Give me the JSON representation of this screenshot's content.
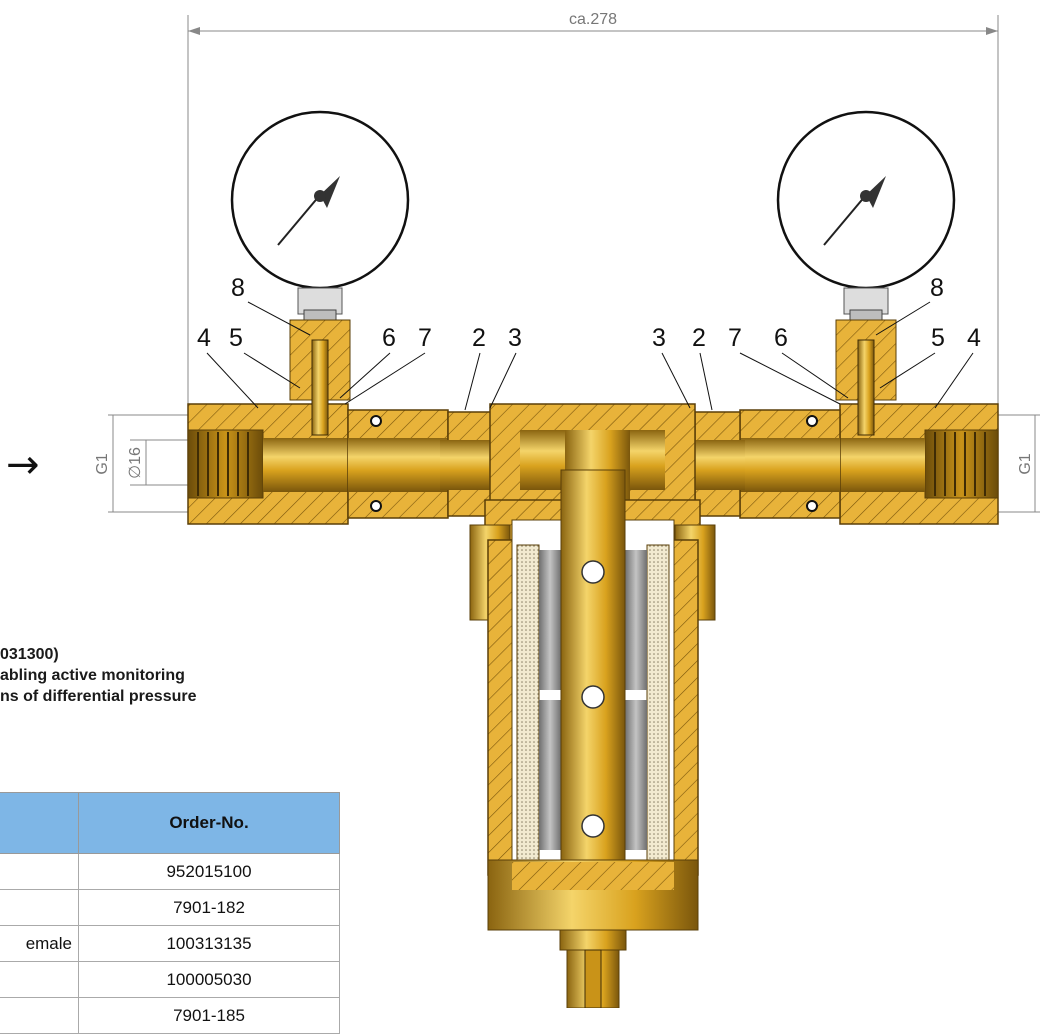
{
  "dimensions": {
    "overall_width": "ca.278",
    "thread_left": "G1",
    "thread_right": "G1",
    "bore": "∅16"
  },
  "callouts": {
    "left": [
      "4",
      "5",
      "8",
      "6",
      "7",
      "2",
      "3"
    ],
    "right": [
      "3",
      "2",
      "7",
      "6",
      "8",
      "5",
      "4"
    ]
  },
  "flow_arrow": "→",
  "caption": {
    "line1": "031300)",
    "line2": "abling active monitoring",
    "line3": "ns of differential pressure"
  },
  "table": {
    "header": [
      "",
      "Order-No."
    ],
    "rows": [
      [
        "",
        "952015100"
      ],
      [
        "",
        "7901-182"
      ],
      [
        "emale",
        "100313135"
      ],
      [
        "",
        "100005030"
      ],
      [
        "",
        "7901-185"
      ]
    ]
  },
  "colors": {
    "brass": "#d9a21e",
    "brass_light": "#f0cc5a",
    "brass_dark": "#8a6410",
    "cartridge": "#9a9a9a",
    "header_blue": "#7eb6e6"
  }
}
